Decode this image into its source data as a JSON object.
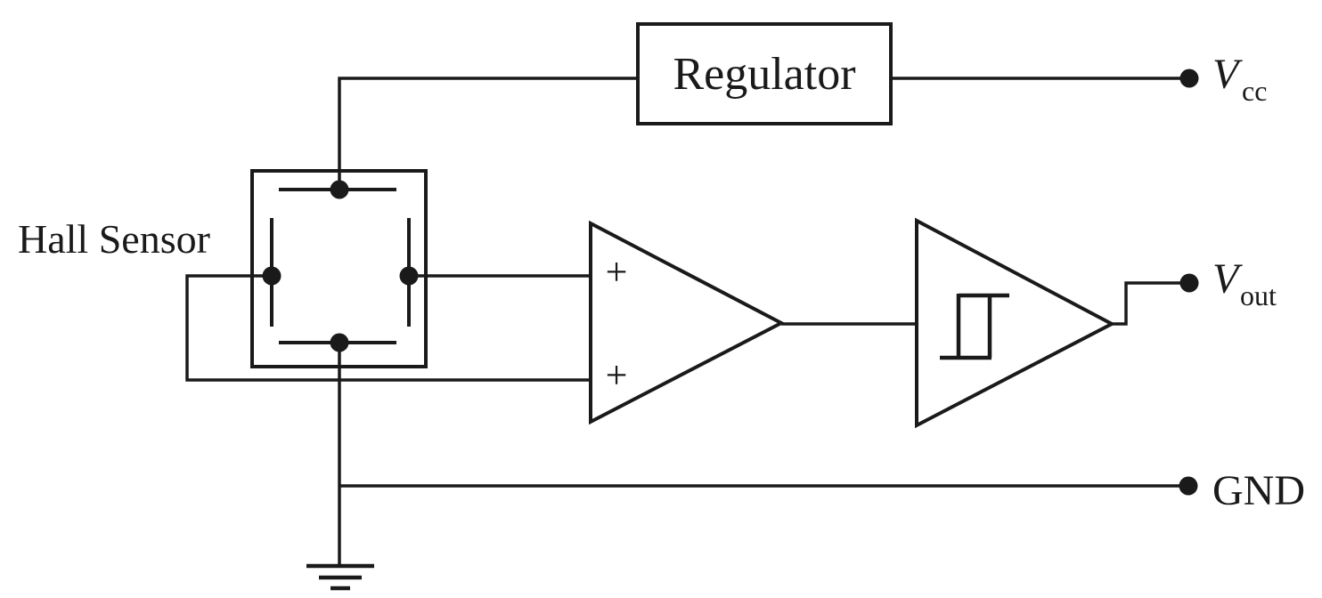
{
  "diagram": {
    "background_color": "#ffffff",
    "line_color": "#1a1a1a",
    "regulator": {
      "label": "Regulator"
    },
    "hall_sensor": {
      "label": "Hall Sensor"
    },
    "amplifier": {
      "plus_top": "+",
      "plus_bottom": "+"
    },
    "schmitt_trigger": {
      "symbol": "hysteresis-icon"
    },
    "terminals": {
      "vcc": {
        "base": "V",
        "subscript": "cc"
      },
      "vout": {
        "base": "V",
        "subscript": "out"
      },
      "gnd": {
        "label": "GND"
      }
    }
  }
}
